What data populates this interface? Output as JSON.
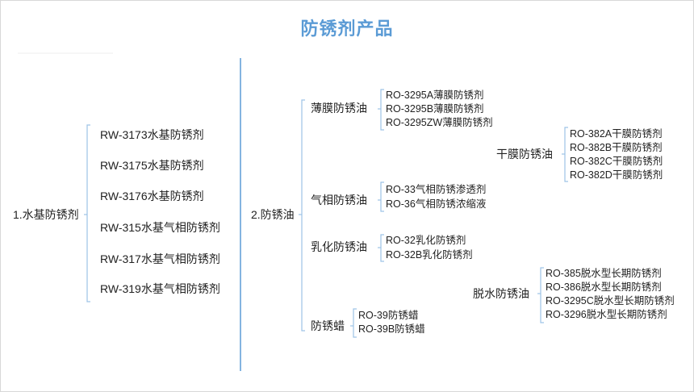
{
  "title": "防锈剂产品",
  "root1": {
    "label": "1.水基防锈剂",
    "items": [
      "RW-3173水基防锈剂",
      "RW-3175水基防锈剂",
      "RW-3176水基防锈剂",
      "RW-315水基气相防锈剂",
      "RW-317水基气相防锈剂",
      "RW-319水基气相防锈剂"
    ]
  },
  "root2": {
    "label": "2.防锈油",
    "film": {
      "label": "薄膜防锈油",
      "items": [
        "RO-3295A薄膜防锈剂",
        "RO-3295B薄膜防锈剂",
        "RO-3295ZW薄膜防锈剂"
      ]
    },
    "dry": {
      "label": "干膜防锈油",
      "items": [
        "RO-382A干膜防锈剂",
        "RO-382B干膜防锈剂",
        "RO-382C干膜防锈剂",
        "RO-382D干膜防锈剂"
      ]
    },
    "vapor": {
      "label": "气相防锈油",
      "items": [
        "RO-33气相防锈渗透剂",
        "RO-36气相防锈浓缩液"
      ]
    },
    "emul": {
      "label": "乳化防锈油",
      "items": [
        "RO-32乳化防锈剂",
        "RO-32B乳化防锈剂"
      ]
    },
    "dewater": {
      "label": "脱水防锈油",
      "items": [
        "RO-385脱水型长期防锈剂",
        "RO-386脱水型长期防锈剂",
        "RO-3295C脱水型长期防锈剂",
        "RO-3296脱水型长期防锈剂"
      ]
    },
    "wax": {
      "label": "防锈蜡",
      "items": [
        "RO-39防锈蜡",
        "RO-39B防锈蜡"
      ]
    }
  },
  "colors": {
    "title": "#5b9bd5",
    "divider": "#5b9bd5",
    "bracket": "#9dc3e6"
  }
}
